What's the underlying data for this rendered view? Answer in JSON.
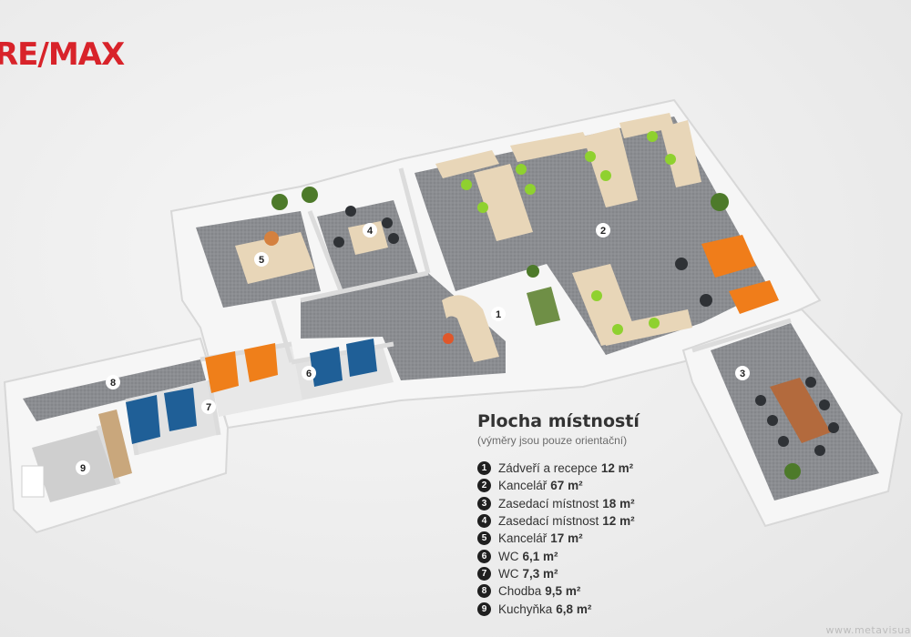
{
  "logo": {
    "text": "RE/MAX",
    "color": "#d8232a"
  },
  "legend": {
    "title": "Plocha místností",
    "subtitle": "(výměry jsou pouze orientační)",
    "items": [
      {
        "num": "1",
        "label": "Zádveří a recepce",
        "area": "12 m²"
      },
      {
        "num": "2",
        "label": "Kancelář",
        "area": "67 m²"
      },
      {
        "num": "3",
        "label": "Zasedací místnost",
        "area": "18 m²"
      },
      {
        "num": "4",
        "label": "Zasedací místnost ",
        "area": "12 m²"
      },
      {
        "num": "5",
        "label": "Kancelář",
        "area": "17 m²"
      },
      {
        "num": "6",
        "label": "WC",
        "area": "6,1 m²"
      },
      {
        "num": "7",
        "label": "WC",
        "area": "7,3 m²"
      },
      {
        "num": "8",
        "label": "Chodba",
        "area": "9,5 m²"
      },
      {
        "num": "9",
        "label": "Kuchyňka",
        "area": "6,8 m²"
      }
    ]
  },
  "room_markers": [
    "1",
    "2",
    "3",
    "4",
    "5",
    "6",
    "7",
    "8",
    "9"
  ],
  "watermark": "www.metavisua",
  "colors": {
    "carpet": "#8d8f93",
    "wall": "#f4f4f4",
    "desk": "#e6d2b3",
    "chair_green": "#8fd12f",
    "sofa_orange": "#f07d1a",
    "door_orange": "#ef7f1a",
    "door_blue": "#1f5f97"
  }
}
